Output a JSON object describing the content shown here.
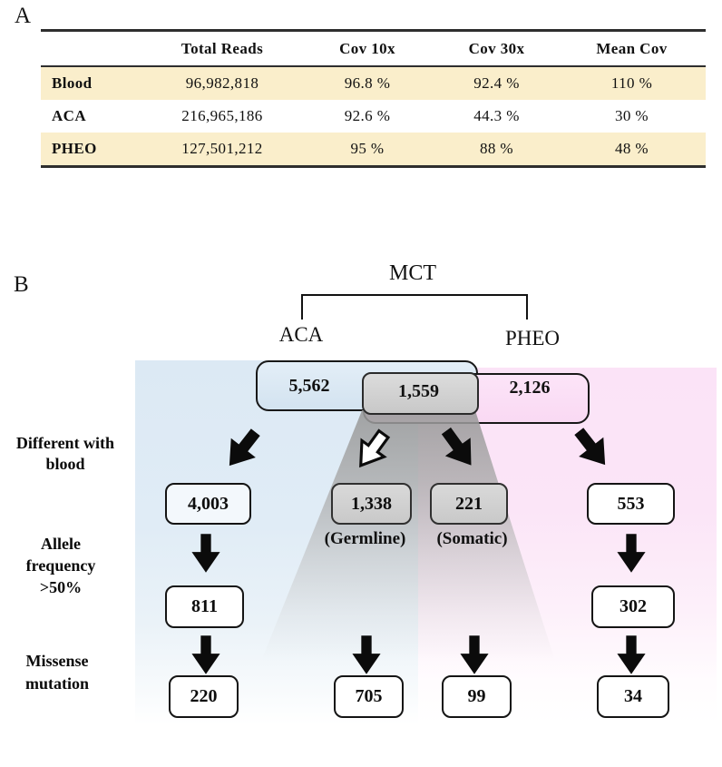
{
  "panel_a": {
    "label": "A",
    "table": {
      "headers": [
        "",
        "Total Reads",
        "Cov 10x",
        "Cov 30x",
        "Mean Cov"
      ],
      "rows": [
        {
          "name": "Blood",
          "total_reads": "96,982,818",
          "cov_10x": "96.8 %",
          "cov_30x": "92.4 %",
          "mean_cov": "110 %"
        },
        {
          "name": "ACA",
          "total_reads": "216,965,186",
          "cov_10x": "92.6 %",
          "cov_30x": "44.3 %",
          "mean_cov": "30 %"
        },
        {
          "name": "PHEO",
          "total_reads": "127,501,212",
          "cov_10x": "95 %",
          "cov_30x": "88 %",
          "mean_cov": "48 %"
        }
      ],
      "highlight_color": "#FAEECB"
    }
  },
  "panel_b": {
    "label": "B",
    "title": "MCT",
    "aca_label": "ACA",
    "pheo_label": "PHEO",
    "venn": {
      "aca_only": "5,562",
      "shared": "1,559",
      "pheo_only": "2,126"
    },
    "filter_labels": {
      "different_line1": "Different with",
      "different_line2": "blood",
      "allele_line1": "Allele",
      "allele_line2": "frequency",
      "allele_line3": ">50%",
      "missense_line1": "Missense",
      "missense_line2": "mutation"
    },
    "germline_label": "(Germline)",
    "somatic_label": "(Somatic)",
    "flow": {
      "aca": {
        "different": "4,003",
        "allele": "811",
        "missense": "220"
      },
      "germline": {
        "different": "1,338",
        "missense": "705"
      },
      "somatic": {
        "different": "221",
        "missense": "99"
      },
      "pheo": {
        "different": "553",
        "allele": "302",
        "missense": "34"
      }
    },
    "colors": {
      "aca_region": "#DCE9F4",
      "pheo_region": "#FBE3F7",
      "shared_gray": "#D2D2D2"
    }
  }
}
